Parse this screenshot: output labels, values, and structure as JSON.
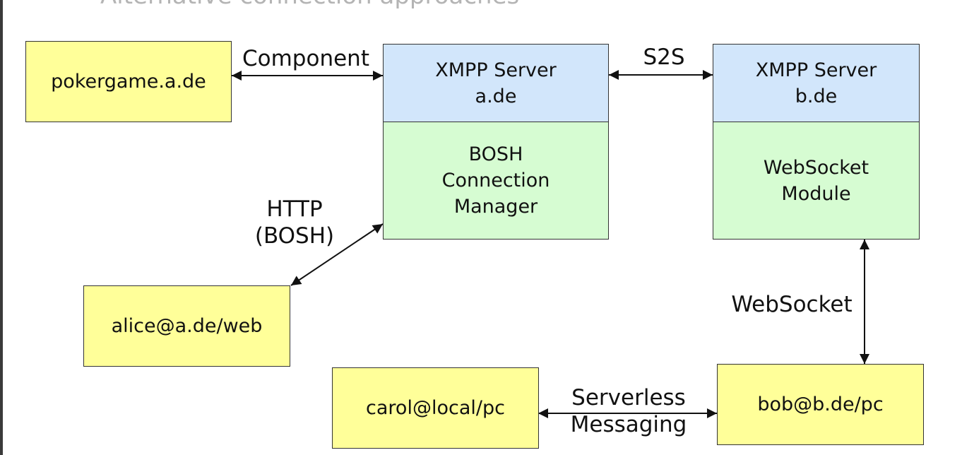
{
  "title": "Alternative connection approaches",
  "nodes": {
    "pokergame": "pokergame.a.de",
    "xmpp_a": "XMPP Server\na.de",
    "bosh": "BOSH\nConnection\nManager",
    "xmpp_b": "XMPP Server\nb.de",
    "websocket_module": "WebSocket\nModule",
    "alice": "alice@a.de/web",
    "carol": "carol@local/pc",
    "bob": "bob@b.de/pc"
  },
  "edges": {
    "component": "Component",
    "s2s": "S2S",
    "http_bosh": "HTTP\n(BOSH)",
    "websocket": "WebSocket",
    "serverless": "Serverless\nMessaging"
  }
}
